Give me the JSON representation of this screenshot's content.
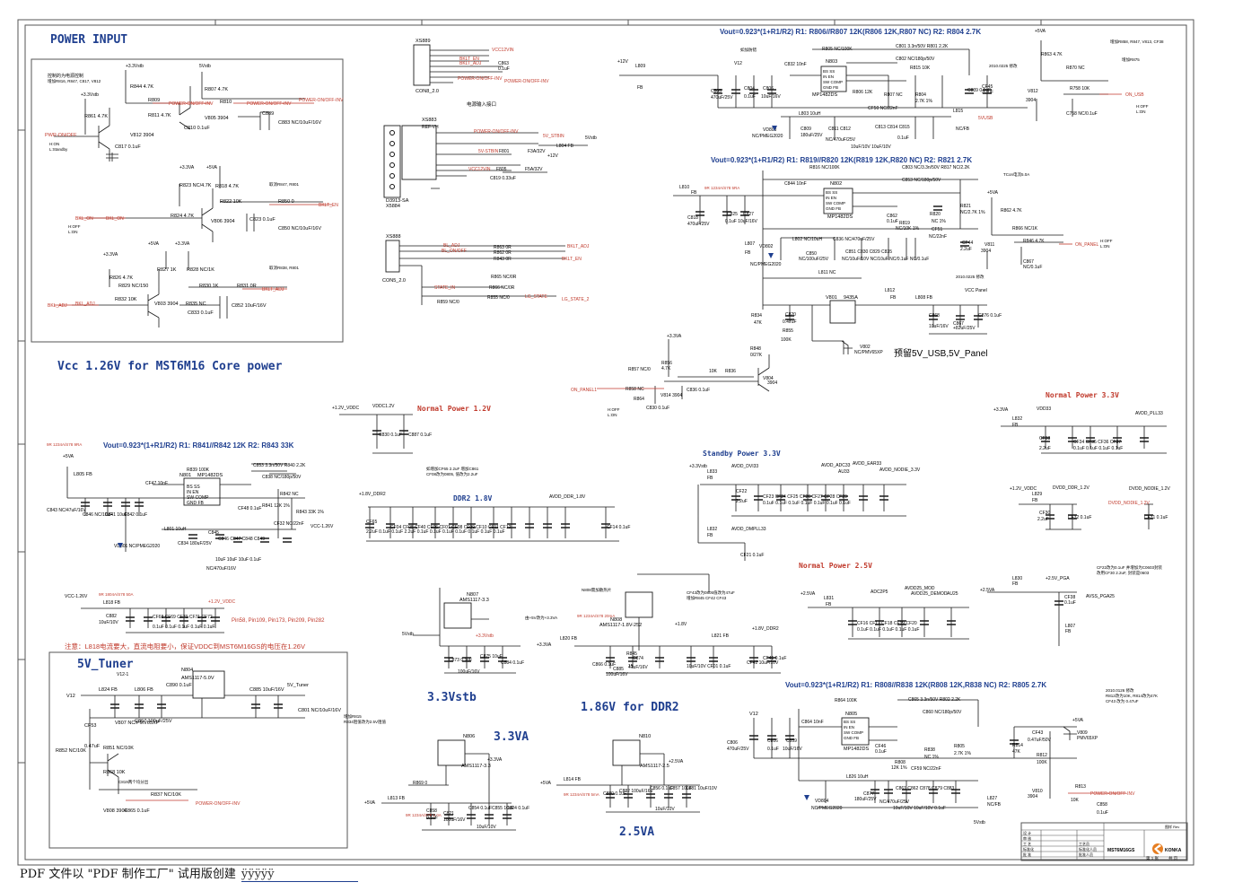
{
  "sections": {
    "power_input": "POWER INPUT",
    "vcc_core": "Vcc 1.26V for MST6M16 Core power",
    "tuner": "5V_Tuner",
    "vstb": "3.3Vstb",
    "va33": "3.3VA",
    "ddr186": "1.86V for DDR2",
    "va25": "2.5VA",
    "normal12": "Normal Power 1.2V",
    "ddr2": "DDR2 1.8V",
    "standby33": "Standby Power 3.3V",
    "normal33": "Normal Power 3.3V",
    "normal25": "Normal Power 2.5V",
    "reserve_note": "预留5V_USB,5V_Panel"
  },
  "formulas": {
    "usb": "Vout=0.923*(1+R1/R2)   R1: R806//R807 12K(R806 12K,R807 NC)  R2: R804 2.7K",
    "panel": "Vout=0.923*(1+R1/R2)  R1: R819//R820 12K(R819 12K,R820 NC)  R2: R821 2.7K",
    "core": "Vout=0.923*(1+R1/R2)   R1: R841//R842  12K  R2: R843 33K",
    "ddr": "Vout=0.923*(1+R1/R2)  R1: R808//R838 12K(R808 12K,R838 NC)  R2: R805 2.7K"
  },
  "connectors": {
    "con8": "CON8_2.0",
    "power_in_label": "电源输入接口",
    "d3": "D3913-SA",
    "x5884": "X5884",
    "con5": "CON5_2.0",
    "xs889": "XS889",
    "xs883": "XS883",
    "xs888": "XS888"
  },
  "ics": {
    "u803": {
      "ref": "N803",
      "part": "MP1482DS"
    },
    "u802": {
      "ref": "N802",
      "part": "MP1482DS"
    },
    "u801": {
      "ref": "N801",
      "part": "MP1482DS"
    },
    "u805": {
      "ref": "N805",
      "part": "MP1482DS"
    },
    "u807": {
      "ref": "N807",
      "part": "AMS1117-3.3"
    },
    "u808": {
      "ref": "N808",
      "part": "AMS1117-1.8V-252"
    },
    "u804": {
      "ref": "N804",
      "part": "AMS1117-5.0V"
    },
    "u806": {
      "ref": "N806",
      "part": "AMS1117-3.3"
    },
    "u810": {
      "ref": "N810",
      "part": "AMS1117-2.5"
    },
    "v801": {
      "ref": "V801",
      "part": "9435A"
    }
  },
  "nets": {
    "power_on_off": "POWER-ON/OFF-INV",
    "bklt_en": "BKLT_EN",
    "bklt_adj": "BKLT_ADJ",
    "bkl_on": "BKL_ON",
    "bkl_adj": "BKL_ADJ",
    "pwr_on_off": "PWR-ON/OFF",
    "on_usb": "ON_USB",
    "on_panel": "ON_PANEL",
    "on_panel1": "ON_PANEL1",
    "v12": "V12",
    "v5stb": "5VSTB",
    "vcc_panel": "VCC Panel",
    "v5usb": "5VUSB",
    "vcc126": "VCC-1.26V",
    "vddc": "+1.2V_VDDC",
    "vddc_pair": "VDDC1.2V",
    "lg_state": "LG_STATE_2"
  },
  "notes": {
    "caution": "注意：L818电流要大，直流电阻要小，保证VDDC到MST6M16GS的电压在1.26V",
    "pins": "Pin58, Pin109, Pin173, Pin209, Pin282",
    "stb": "5V_STBIN",
    "vdd_ddr": "AVDD_DDR_1.8V",
    "tuner_out": "5V_Tuner"
  },
  "title_block": {
    "model": "MST6M16GS",
    "company": "KONKA",
    "sheet": "第 1 张"
  },
  "footer": {
    "text": "PDF 文件以 \"PDF 制作工厂\" 试用版创建",
    "link": "ÿÿÿÿÿ"
  }
}
